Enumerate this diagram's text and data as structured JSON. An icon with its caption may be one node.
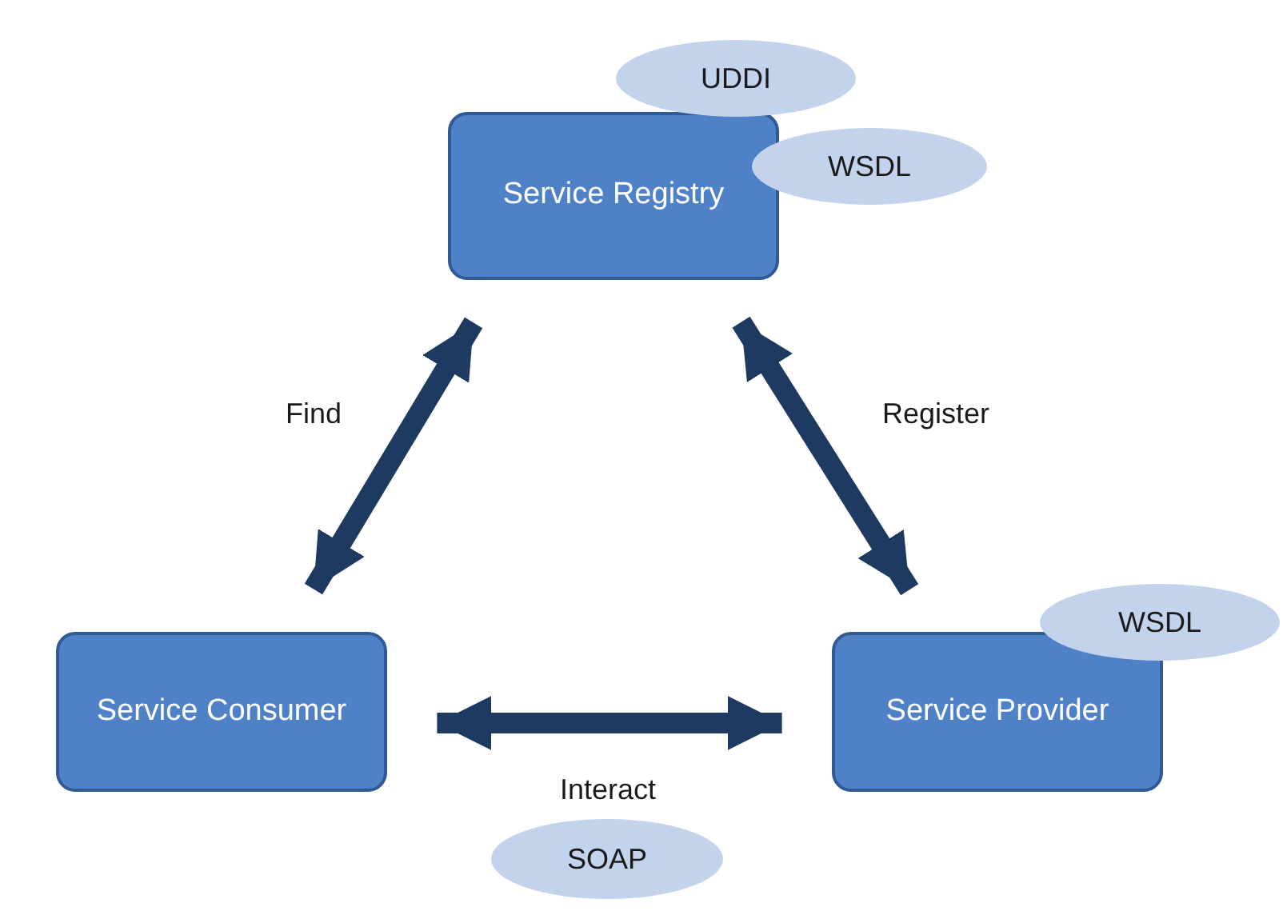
{
  "diagram": {
    "nodes": [
      {
        "text": [
          "Service Registry"
        ]
      },
      {
        "text": [
          "UDDI"
        ]
      },
      {
        "text": [
          "WSDL"
        ]
      },
      {
        "text": [
          "Service Consumer"
        ]
      },
      {
        "text": [
          "Service Provider"
        ]
      },
      {
        "text": [
          "WSDL"
        ]
      },
      {
        "text": [
          "SOAP"
        ]
      }
    ],
    "edges": [
      {
        "from": 3,
        "to": 0,
        "arrow": "both",
        "label": "Find"
      },
      {
        "from": 0,
        "to": 4,
        "arrow": "both",
        "label": "Register"
      },
      {
        "from": 3,
        "to": 4,
        "arrow": "both",
        "label": "Interact"
      }
    ]
  }
}
